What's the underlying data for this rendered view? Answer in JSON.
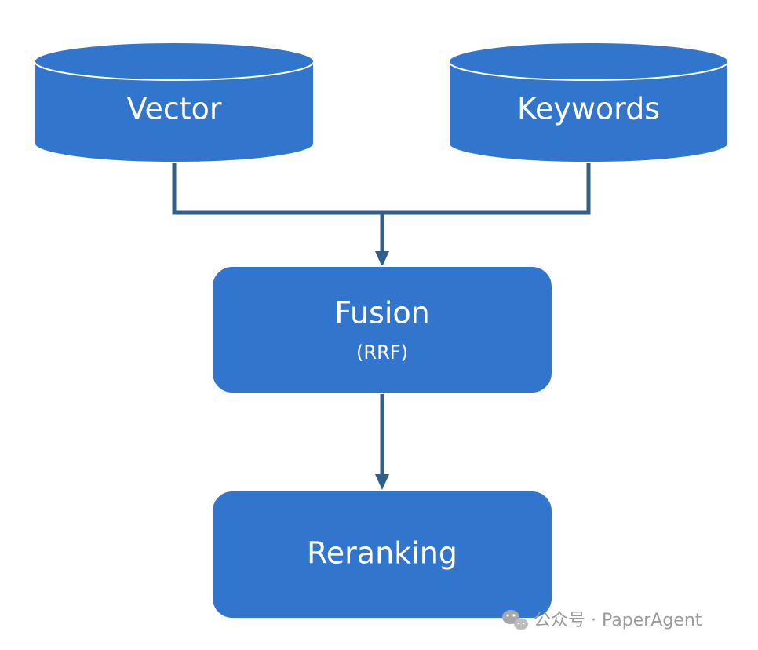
{
  "colors": {
    "node_fill": "#3275cc",
    "node_edge": "#ffffff",
    "connector": "#2f5f8a",
    "text": "#ffffff",
    "watermark": "#9a9a9a"
  },
  "nodes": {
    "vector": {
      "label": "Vector",
      "shape": "cylinder"
    },
    "keywords": {
      "label": "Keywords",
      "shape": "cylinder"
    },
    "fusion": {
      "label": "Fusion",
      "sublabel": "(RRF)",
      "shape": "rounded-rect"
    },
    "reranking": {
      "label": "Reranking",
      "shape": "rounded-rect"
    }
  },
  "edges": [
    {
      "from": "vector",
      "to": "fusion"
    },
    {
      "from": "keywords",
      "to": "fusion"
    },
    {
      "from": "fusion",
      "to": "reranking"
    }
  ],
  "watermark": {
    "icon": "wechat-icon",
    "text": "公众号 · PaperAgent"
  }
}
